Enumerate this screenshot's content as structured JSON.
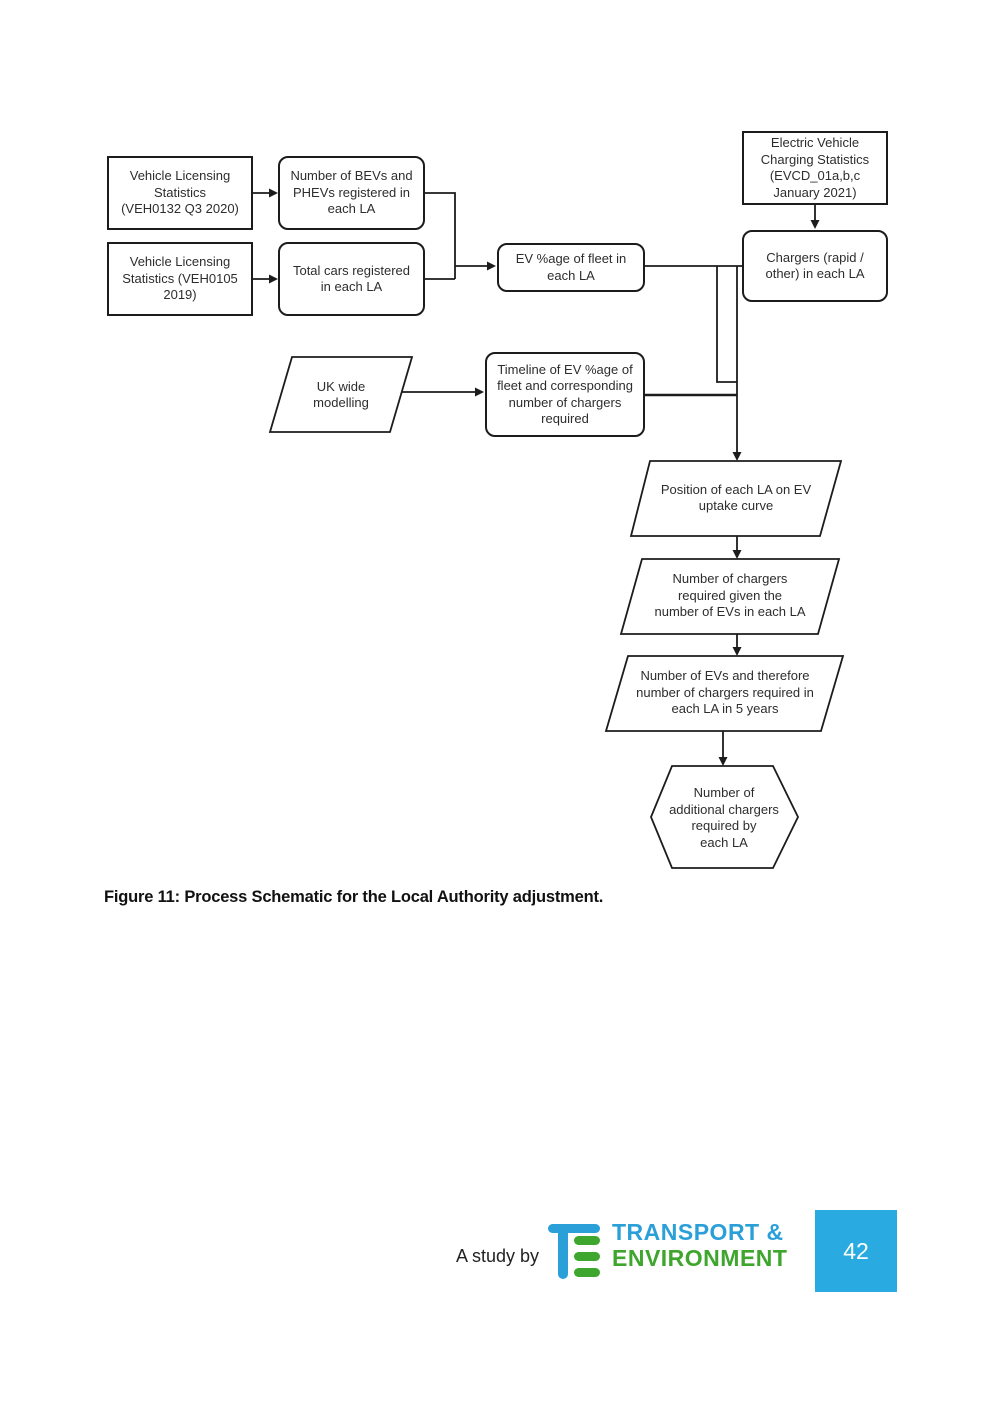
{
  "figure": {
    "caption": "Figure 11: Process Schematic for the Local Authority adjustment.",
    "nodes": {
      "veh0132": "Vehicle Licensing\nStatistics\n(VEH0132 Q3 2020)",
      "bevs_phevs": "Number of BEVs and\nPHEVs registered in\neach LA",
      "veh0105": "Vehicle Licensing\nStatistics (VEH0105\n2019)",
      "total_cars": "Total cars registered\nin each LA",
      "ev_charging_stats": "Electric Vehicle\nCharging Statistics\n(EVCD_01a,b,c\nJanuary 2021)",
      "ev_pct_fleet": "EV %age of fleet in\neach LA",
      "chargers": "Chargers (rapid /\nother) in each LA",
      "uk_modelling": "UK wide\nmodelling",
      "timeline": "Timeline of EV %age of\nfleet and corresponding\nnumber of chargers\nrequired",
      "la_position": "Position of each LA on EV\nuptake curve",
      "chargers_required": "Number of chargers\nrequired given the\nnumber of EVs in each LA",
      "evs_5_years": "Number of EVs and therefore\nnumber of chargers required in\neach LA in 5 years",
      "additional_chargers": "Number of\nadditional chargers\nrequired by\neach LA"
    },
    "stroke_color": "#1c1c1c"
  },
  "footer": {
    "study_by": "A study by",
    "logo": {
      "line1": "TRANSPORT &",
      "line2": "ENVIRONMENT",
      "blue": "#2B9FD8",
      "green": "#3FA62D"
    },
    "page_number": "42",
    "page_box_color": "#29ABE2"
  }
}
